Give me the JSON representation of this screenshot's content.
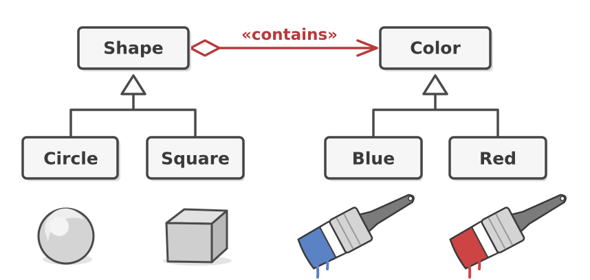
{
  "nodes": {
    "shape": "Shape",
    "color": "Color",
    "circle": "Circle",
    "square": "Square",
    "blue": "Blue",
    "red": "Red"
  },
  "relationship": {
    "label": "«contains»"
  },
  "colors": {
    "accent": "#b83a3a",
    "box_stroke": "#454545",
    "box_fill": "#f6f6f6",
    "blue_paint": "#5b82c4",
    "red_paint": "#cc4444"
  },
  "illustrations": [
    "sphere-icon",
    "cube-icon",
    "blue-paintbrush-icon",
    "red-paintbrush-icon"
  ]
}
